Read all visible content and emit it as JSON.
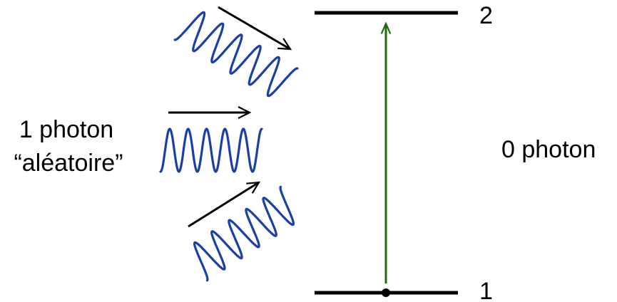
{
  "levels": {
    "upper_label": "2",
    "lower_label": "1"
  },
  "left_label": {
    "line1": "1 photon",
    "line2": "“aléatoire”"
  },
  "right_label": "0 photon",
  "colors": {
    "wave": "#1a3fa8",
    "transition": "#1e6b0a",
    "line": "#000000"
  }
}
